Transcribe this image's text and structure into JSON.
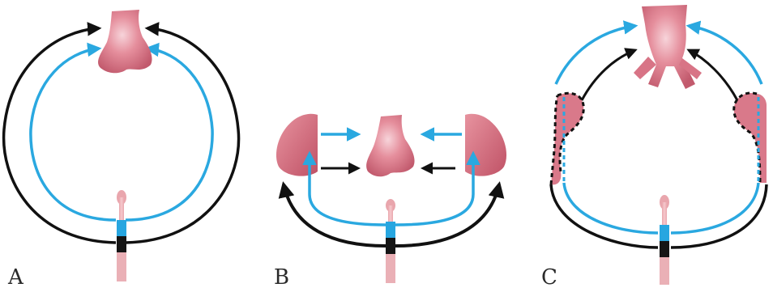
{
  "panels": [
    {
      "id": "A",
      "label": "A"
    },
    {
      "id": "B",
      "label": "B"
    },
    {
      "id": "C",
      "label": "C"
    }
  ],
  "colors": {
    "blue_arrow": "#2aa8e0",
    "black_arrow": "#111111",
    "tissue": "#e08a98",
    "tissue_dark": "#c0566a",
    "rod_pink": "#eab0b6",
    "rod_blue": "#27a6e0",
    "rod_black": "#151515"
  },
  "icons": [
    "tissue-organoid-icon",
    "pink-flap-icon",
    "striped-rod-icon",
    "dashed-outline-icon"
  ]
}
